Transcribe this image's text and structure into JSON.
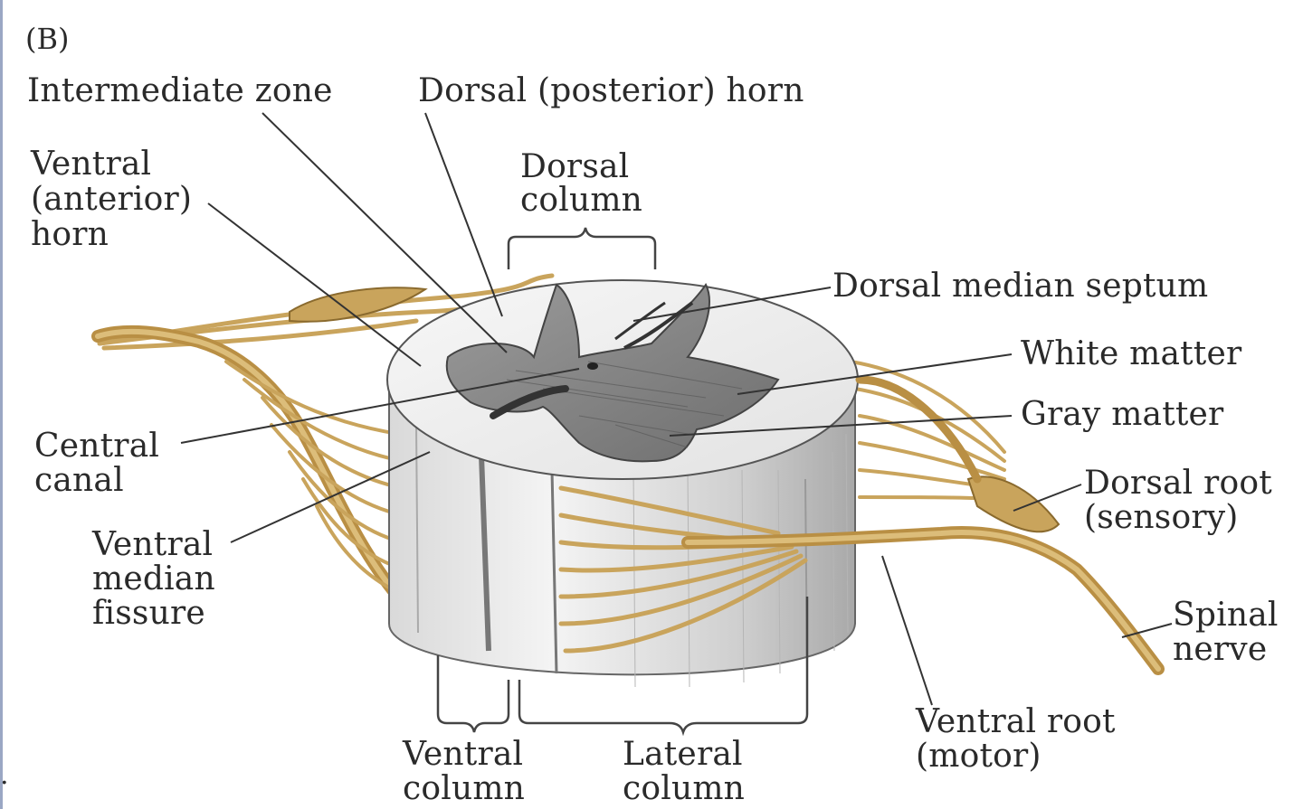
{
  "panel_label": "(B)",
  "stray_mark": ".",
  "labels": {
    "intermediate_zone": "Intermediate zone",
    "dorsal_horn": "Dorsal (posterior) horn",
    "ventral_horn": [
      "Ventral",
      "(anterior)",
      "horn"
    ],
    "dorsal_column": [
      "Dorsal",
      "column"
    ],
    "dorsal_median_septum": "Dorsal median septum",
    "white_matter": "White matter",
    "gray_matter": "Gray matter",
    "central_canal": [
      "Central",
      "canal"
    ],
    "dorsal_root": [
      "Dorsal root",
      "(sensory)"
    ],
    "ventral_median_fissure": [
      "Ventral",
      "median",
      "fissure"
    ],
    "spinal_nerve": [
      "Spinal",
      "nerve"
    ],
    "ventral_root": [
      "Ventral root",
      "(motor)"
    ],
    "ventral_column": [
      "Ventral",
      "column"
    ],
    "lateral_column": [
      "Lateral",
      "column"
    ]
  },
  "colors": {
    "nerve": "#c9a45c",
    "nerve_dark": "#8a6a2e",
    "white_matter": "#ececec",
    "gray_matter": "#8f8f8f",
    "leader": "#333333"
  }
}
